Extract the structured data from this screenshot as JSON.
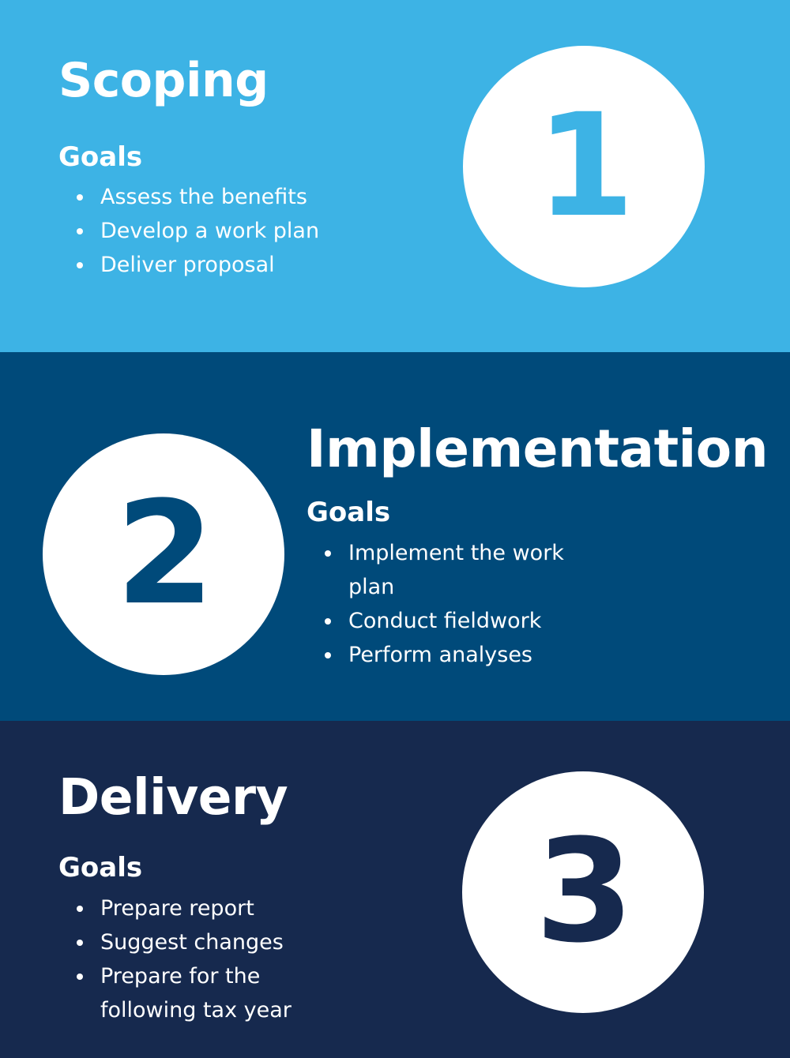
{
  "colors": {
    "step1": "#3db3e5",
    "step2": "#004a7a",
    "step3": "#16294e",
    "circle": "#ffffff",
    "text": "#ffffff"
  },
  "steps": [
    {
      "number": "1",
      "title": "Scoping",
      "goals_heading": "Goals",
      "goals": [
        "Assess the benefits",
        "Develop a work plan",
        "Deliver proposal"
      ]
    },
    {
      "number": "2",
      "title": "Implementation",
      "goals_heading": "Goals",
      "goals": [
        "Implement the work plan",
        "Conduct fieldwork",
        "Perform analyses"
      ]
    },
    {
      "number": "3",
      "title": "Delivery",
      "goals_heading": "Goals",
      "goals": [
        "Prepare report",
        "Suggest changes",
        "Prepare for the following tax year"
      ]
    }
  ]
}
